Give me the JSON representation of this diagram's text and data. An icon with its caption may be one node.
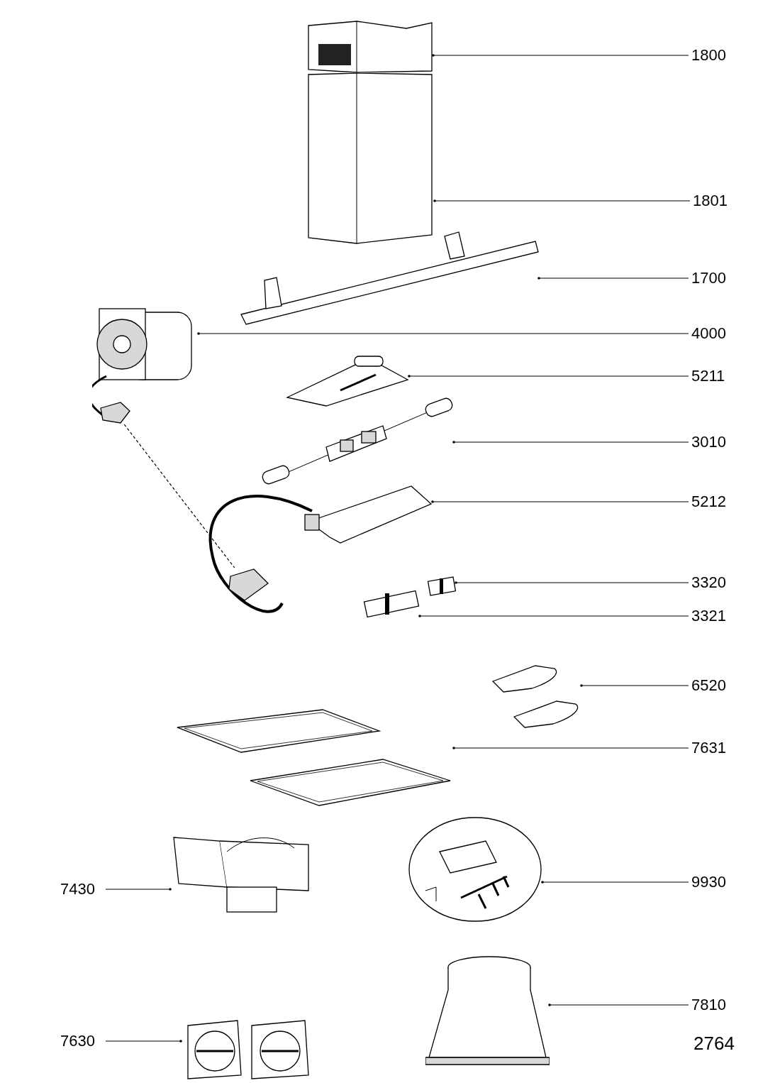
{
  "diagram": {
    "nodes": [
      {
        "text": [
          "1800"
        ]
      },
      {
        "text": [],
        "shape": "picture"
      },
      {
        "text": [
          "1801"
        ]
      },
      {
        "text": [],
        "shape": "picture"
      },
      {
        "text": [
          "1700"
        ]
      },
      {
        "text": [],
        "shape": "picture"
      },
      {
        "text": [
          "4000"
        ]
      },
      {
        "text": [],
        "shape": "picture"
      },
      {
        "text": [],
        "shape": "picture"
      },
      {
        "text": [
          "5211"
        ]
      },
      {
        "text": [],
        "shape": "picture"
      },
      {
        "text": [
          "3010"
        ]
      },
      {
        "text": [],
        "shape": "picture"
      },
      {
        "text": [
          "5212"
        ]
      },
      {
        "text": [],
        "shape": "picture"
      },
      {
        "text": [],
        "shape": "picture",
        "in": 14
      },
      {
        "text": [
          "3320"
        ]
      },
      {
        "text": [],
        "shape": "picture"
      },
      {
        "text": [
          "3321"
        ]
      },
      {
        "text": [],
        "shape": "picture"
      },
      {
        "text": [
          "6520"
        ]
      },
      {
        "text": [],
        "shape": "picture"
      },
      {
        "text": [
          "7631"
        ]
      },
      {
        "text": [],
        "shape": "picture"
      },
      {
        "text": [
          "7430"
        ]
      },
      {
        "text": [],
        "shape": "picture"
      },
      {
        "text": [
          "9930"
        ]
      },
      {
        "text": [],
        "shape": "picture"
      },
      {
        "text": [
          "7810"
        ]
      },
      {
        "text": [],
        "shape": "picture"
      },
      {
        "text": [
          "7630"
        ]
      },
      {
        "text": [],
        "shape": "picture"
      }
    ],
    "edges": [
      {
        "from": 0,
        "to": 1,
        "arrow": "other"
      },
      {
        "from": 2,
        "to": 3,
        "arrow": "other"
      },
      {
        "from": 4,
        "to": 5,
        "arrow": "other"
      },
      {
        "from": 6,
        "to": 7,
        "arrow": "other"
      },
      {
        "from": 9,
        "to": 10,
        "arrow": "other"
      },
      {
        "from": 11,
        "to": 12,
        "arrow": "other"
      },
      {
        "from": 13,
        "to": 14,
        "arrow": "other"
      },
      {
        "from": 16,
        "to": 17,
        "arrow": "other"
      },
      {
        "from": 18,
        "to": 19,
        "arrow": "other"
      },
      {
        "from": 20,
        "to": 21,
        "arrow": "other"
      },
      {
        "from": 22,
        "to": 23,
        "arrow": "other"
      },
      {
        "from": 24,
        "to": 25,
        "arrow": "other"
      },
      {
        "from": 26,
        "to": 27,
        "arrow": "other"
      },
      {
        "from": 28,
        "to": 29,
        "arrow": "other"
      },
      {
        "from": 30,
        "to": 31,
        "arrow": "other"
      },
      {
        "from": 8,
        "to": 15,
        "arrow": "none",
        "style": "dashed"
      }
    ],
    "labels": [
      "2764"
    ]
  }
}
